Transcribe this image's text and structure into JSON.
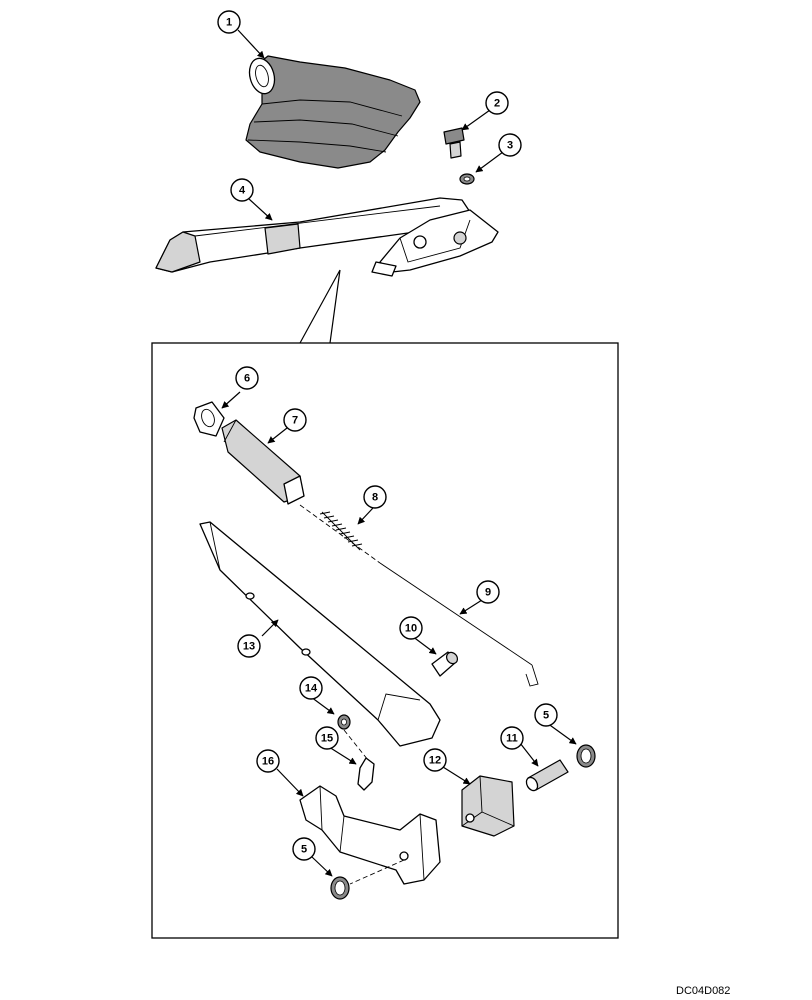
{
  "callouts": [
    {
      "id": "c1",
      "label": "1"
    },
    {
      "id": "c2",
      "label": "2"
    },
    {
      "id": "c3",
      "label": "3"
    },
    {
      "id": "c4",
      "label": "4"
    },
    {
      "id": "c5a",
      "label": "5"
    },
    {
      "id": "c5b",
      "label": "5"
    },
    {
      "id": "c6",
      "label": "6"
    },
    {
      "id": "c7",
      "label": "7"
    },
    {
      "id": "c8",
      "label": "8"
    },
    {
      "id": "c9",
      "label": "9"
    },
    {
      "id": "c10",
      "label": "10"
    },
    {
      "id": "c11",
      "label": "11"
    },
    {
      "id": "c12",
      "label": "12"
    },
    {
      "id": "c13",
      "label": "13"
    },
    {
      "id": "c14",
      "label": "14"
    },
    {
      "id": "c15",
      "label": "15"
    },
    {
      "id": "c16",
      "label": "16"
    }
  ],
  "drawing_code": "DC04D082"
}
